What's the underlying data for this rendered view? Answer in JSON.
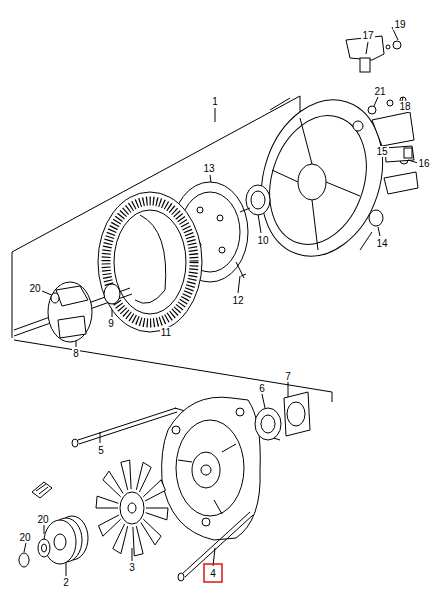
{
  "diagram": {
    "labels": [
      "19",
      "17",
      "1",
      "21",
      "18",
      "16",
      "15",
      "13",
      "10",
      "14",
      "20",
      "12",
      "9",
      "11",
      "8",
      "7",
      "6",
      "5",
      "20",
      "20",
      "2",
      "3",
      "4"
    ]
  }
}
